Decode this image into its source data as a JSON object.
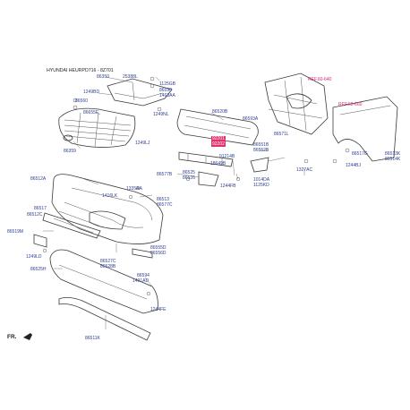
{
  "title": "HYUNDAI HEURPD716 - 8Z701",
  "fr_label": "FR.",
  "labels": {
    "l_86350": "86350",
    "l_25388L": "25388L",
    "l_1125GB": "1125GB",
    "l_86590": "86590",
    "l_1463AA": "1463AA",
    "l_1249BD": "1249BD",
    "l_86560": "86560",
    "l_86655E": "86655E",
    "l_1249NL_a": "1249NL",
    "l_1249LJ": "1249LJ",
    "l_86359": "86359",
    "l_86512A": "86512A",
    "l_1335AA": "1335AA",
    "l_1416LK": "1416LK",
    "l_86513": "86513",
    "l_86577C": "86577C",
    "l_86517": "86517",
    "l_86512C": "86512C",
    "l_86519M": "86519M",
    "l_1249LD": "1249LD",
    "l_86525H": "86525H",
    "l_86527C": "86527C",
    "l_86528B": "86528B",
    "l_86555D": "86555D",
    "l_86556D": "86556D",
    "l_86594": "86594",
    "l_1491AD": "1491AD",
    "l_1244FE": "1244FE",
    "l_86511K": "86511K",
    "l_86520B": "86520B",
    "l_86593A": "86593A",
    "l_86571L": "86571L",
    "l_86551B": "86551B",
    "l_86552B": "86552B",
    "l_91214B": "91214B",
    "l_18649B": "18649B",
    "l_86525": "86525",
    "l_86526": "86526",
    "l_86577B": "86577B",
    "l_1244FB": "1244FB",
    "l_1014DA": "1014DA",
    "l_1125KD": "1125KD",
    "l_1327AC": "1327AC",
    "l_86517G": "86517G",
    "l_86513K": "86513K",
    "l_86514K": "86514K",
    "l_1244BJ": "1244BJ",
    "l_ref640": "REF.60-640",
    "l_ref660": "REF.60-660",
    "l_hl1": "92201",
    "l_hl2": "92202"
  },
  "colors": {
    "part_label": "#2d3f8f",
    "reference_label": "#d0287a",
    "highlight": "#e0306e",
    "line_art": "#3a3a3a"
  }
}
